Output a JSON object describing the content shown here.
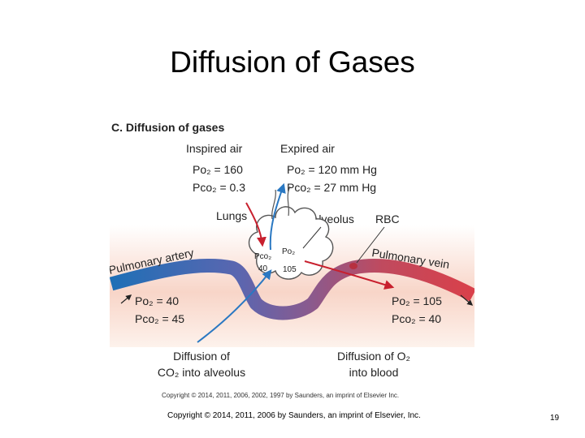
{
  "slide": {
    "title": "Diffusion of Gases",
    "footer": "Copyright © 2014, 2011, 2006 by Saunders, an imprint of Elsevier, Inc.",
    "page_number": "19"
  },
  "figure": {
    "panel_title": "C. Diffusion of gases",
    "inspired_air": {
      "label": "Inspired air",
      "po2": "Po₂ = 160",
      "pco2": "Pco₂ = 0.3"
    },
    "expired_air": {
      "label": "Expired air",
      "po2": "Po₂ = 120 mm Hg",
      "pco2": "Pco₂ = 27 mm Hg"
    },
    "lungs_label": "Lungs",
    "alveolus_label": "Alveolus",
    "rbc_label": "RBC",
    "alveolar_values": {
      "pco2_label": "Pco₂",
      "pco2_value": "40",
      "po2_label": "Po₂",
      "po2_value": "105"
    },
    "pulmonary_artery": {
      "label": "Pulmonary artery",
      "po2": "Po₂ = 40",
      "pco2": "Pco₂ = 45"
    },
    "pulmonary_vein": {
      "label": "Pulmonary vein",
      "po2": "Po₂ = 105",
      "pco2": "Pco₂ = 40"
    },
    "caption_left": {
      "line1": "Diffusion of",
      "line2": "CO₂ into alveolus"
    },
    "caption_right": {
      "line1": "Diffusion of O₂",
      "line2": "into blood"
    },
    "copyright": "Copyright © 2014, 2011, 2006, 2002, 1997 by Saunders, an imprint of Elsevier Inc."
  },
  "colors": {
    "artery_blue": "#1f6fb6",
    "vein_red": "#d9404a",
    "vessel_purple": "#6a5a9a",
    "background_pink": "#f8d5c8",
    "arrow_red": "#c8202e",
    "arrow_blue": "#2a78c2"
  }
}
